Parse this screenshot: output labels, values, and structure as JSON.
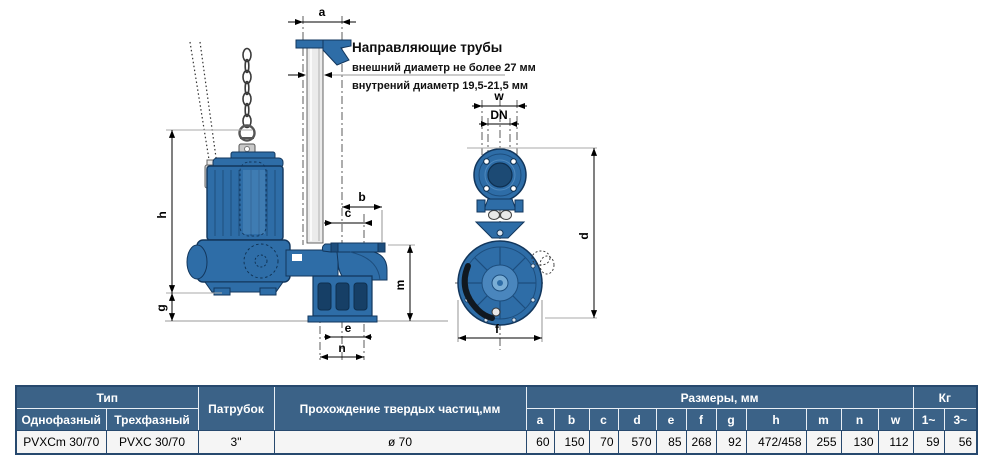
{
  "figure": {
    "annotation": {
      "title": "Направляющие трубы",
      "line1": "внешний диаметр не более 27 мм",
      "line2": "внутрений диаметр 19,5-21,5 мм"
    },
    "labels": {
      "a": "a",
      "b": "b",
      "c": "c",
      "d": "d",
      "e": "e",
      "f": "f",
      "g": "g",
      "h": "h",
      "m": "m",
      "n": "n",
      "w": "w",
      "dn": "DN"
    }
  },
  "table": {
    "header": {
      "type": "Тип",
      "single": "Однофазный",
      "three": "Трехфазный",
      "branch": "Патрубок",
      "solids": "Прохождение твердых частиц,мм",
      "dimensions": "Размеры, мм",
      "weight": "Кг",
      "dims": [
        "a",
        "b",
        "c",
        "d",
        "e",
        "f",
        "g",
        "h",
        "m",
        "n",
        "w"
      ],
      "kg": [
        "1~",
        "3~"
      ]
    },
    "row": {
      "single": "PVXCm 30/70",
      "three": "PVXC 30/70",
      "branch": "3\"",
      "solids": "ø 70",
      "values": [
        "60",
        "150",
        "70",
        "570",
        "85",
        "268",
        "92",
        "472/458",
        "255",
        "130",
        "112"
      ],
      "kg": [
        "59",
        "56"
      ]
    }
  },
  "colors": {
    "header_bg": "#3b6287",
    "table_border": "#27496e",
    "row_bg": "#f5f5f5",
    "pump_blue": "#2e6da7",
    "pump_dark": "#12365c",
    "pump_light": "#4a86bd",
    "bore_dark": "#1c4a74"
  }
}
